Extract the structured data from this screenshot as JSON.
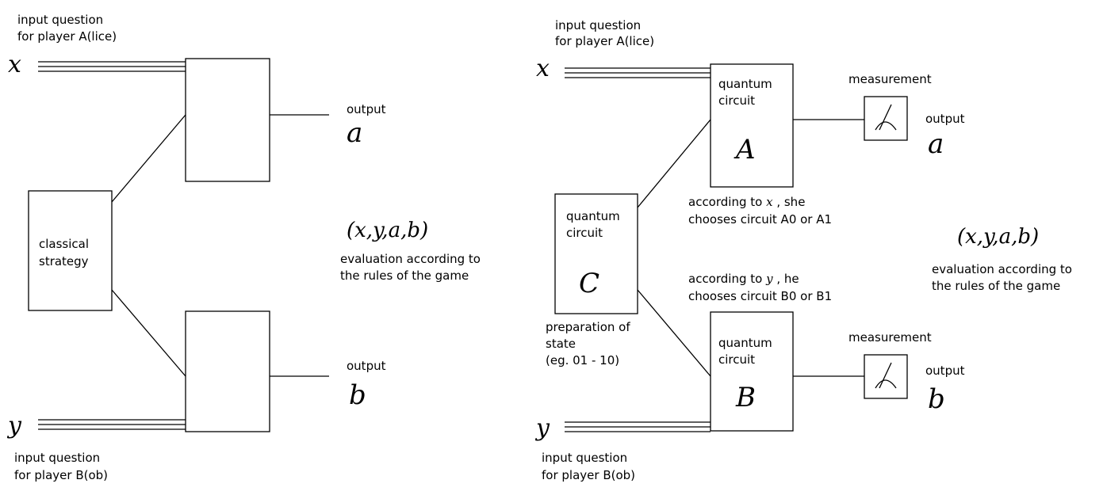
{
  "classical": {
    "input_a": "input question",
    "input_a2": "for player A(lice)",
    "input_b": "input question",
    "input_b2": "for player B(ob)",
    "var_x": "x",
    "var_y": "y",
    "strategy_line1": "classical",
    "strategy_line2": "strategy",
    "output_label_a": "output",
    "output_var_a": "a",
    "output_label_b": "output",
    "output_var_b": "b",
    "tuple": "(x,y,a,b)",
    "eval_line1": "evaluation according to",
    "eval_line2": "the rules of the game"
  },
  "quantum": {
    "input_a": "input question",
    "input_a2": "for player A(lice)",
    "input_b": "input question",
    "input_b2": "for player B(ob)",
    "var_x": "x",
    "var_y": "y",
    "circuit_A_line1": "quantum",
    "circuit_A_line2": "circuit",
    "circuit_A_name": "A",
    "circuit_B_line1": "quantum",
    "circuit_B_line2": "circuit",
    "circuit_B_name": "B",
    "circuit_C_line1": "quantum",
    "circuit_C_line2": "circuit",
    "circuit_C_name": "C",
    "measurement_a": "measurement",
    "measurement_b": "measurement",
    "output_label_a": "output",
    "output_var_a": "a",
    "output_label_b": "output",
    "output_var_b": "b",
    "choice_A_line1_pre": "according to ",
    "choice_A_var": "x",
    "choice_A_line1_post": " , she",
    "choice_A_line2": "chooses circuit A0 or A1",
    "choice_B_line1_pre": "according to ",
    "choice_B_var": "y",
    "choice_B_line1_post": " , he",
    "choice_B_line2": "chooses circuit B0 or B1",
    "prep_line1": "preparation of",
    "prep_line2": "state",
    "prep_line3": "(eg. 01 - 10)",
    "tuple": "(x,y,a,b)",
    "eval_line1": "evaluation according to",
    "eval_line2": "the rules of the game"
  }
}
